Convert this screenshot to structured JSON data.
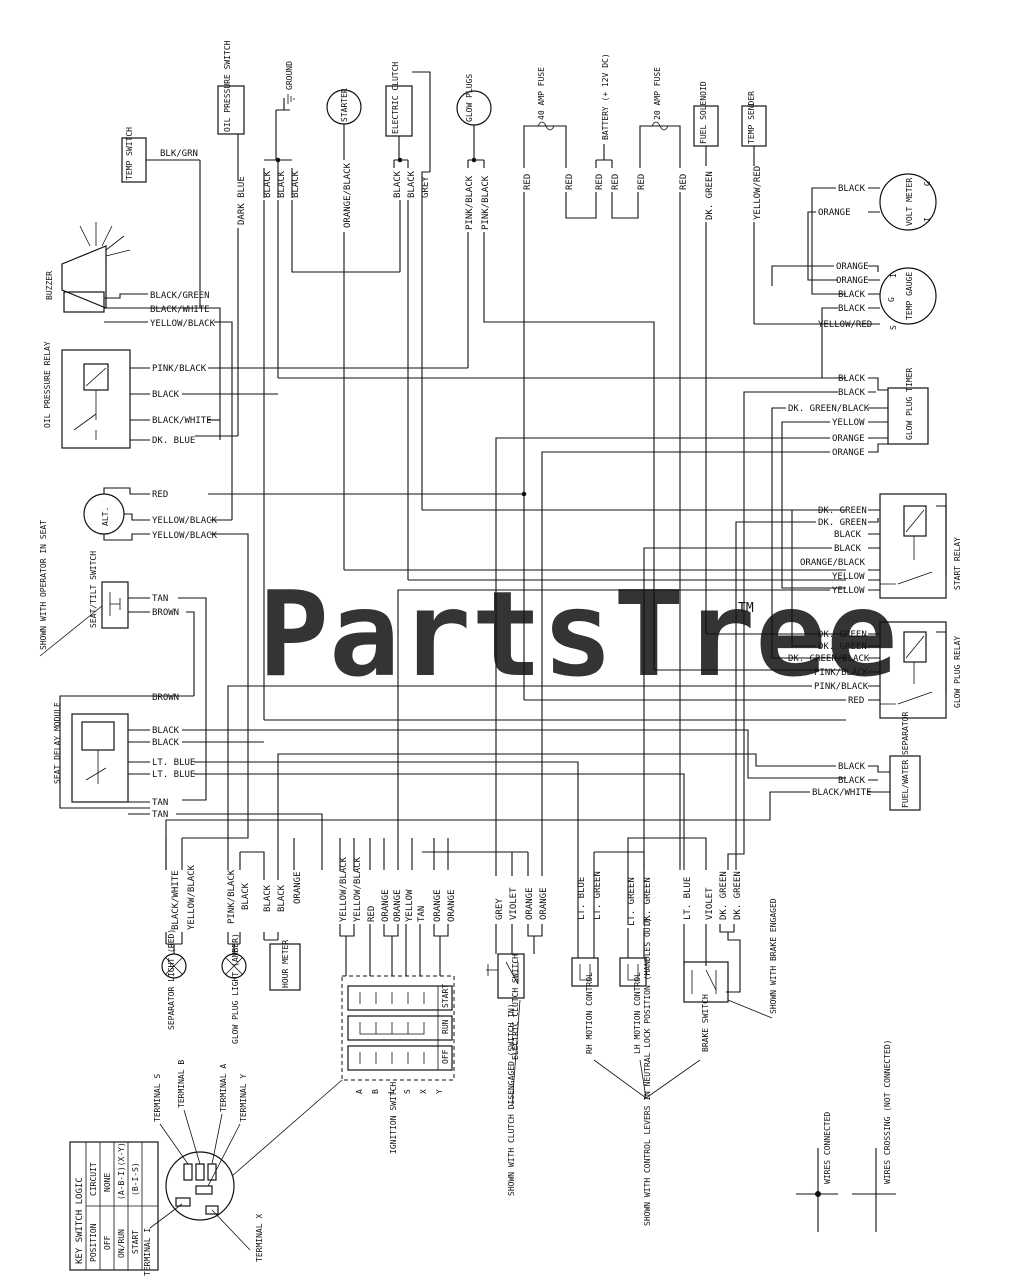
{
  "watermark": {
    "text": "PartsTree",
    "tm": "TM"
  },
  "components": {
    "temp_switch": "TEMP SWITCH",
    "oil_pressure_switch": "OIL PRESSURE SWITCH",
    "ground": "GROUND",
    "starter": "STARTER",
    "electric_clutch": "ELECTRIC CLUTCH",
    "glow_plugs": "GLOW PLUGS",
    "fuse_40": "40 AMP FUSE",
    "battery": "BATTERY (+ 12V DC)",
    "fuse_20": "20 AMP FUSE",
    "fuel_solenoid": "FUEL SOLENOID",
    "temp_sender": "TEMP SENDER",
    "buzzer": "BUZZER",
    "oil_pressure_relay": "OIL PRESSURE RELAY",
    "alt": "ALT.",
    "shown_operator": "SHOWN WITH OPERATOR IN SEAT",
    "seat_tilt_switch": "SEAT/TILT SWITCH",
    "seat_delay_module": "SEAT DELAY MODULE",
    "volt_meter": "VOLT METER",
    "temp_gauge": "TEMP GAUGE",
    "glow_plug_timer": "GLOW PLUG TIMER",
    "start_relay": "START RELAY",
    "glow_plug_relay": "GLOW PLUG RELAY",
    "fuel_water_separator": "FUEL/WATER SEPARATOR",
    "separator_light": "SEPARATOR LIGHT (RED)",
    "glow_plug_light": "GLOW PLUG LIGHT (AMBER)",
    "hour_meter": "HOUR METER",
    "ignition_switch": "IGNITION SWITCH",
    "electric_clutch_switch": "ELECTRIC CLUTCH SWITCH",
    "rh_motion_control": "RH MOTION CONTROL",
    "lh_motion_control": "LH MOTION CONTROL",
    "brake_switch": "BRAKE SWITCH",
    "shown_brake": "SHOWN WITH BRAKE ENGAGED",
    "shown_clutch": "SHOWN WITH CLUTCH DISENGAGED (SWITCH IN)",
    "shown_levers": "SHOWN WITH CONTROL LEVERS IN NEUTRAL LOCK POSITION (HANDLES OUT)",
    "wires_connected": "WIRES CONNECTED",
    "wires_crossing": "WIRES CROSSING (NOT CONNECTED)"
  },
  "wires": {
    "blk_grn": "BLK/GRN",
    "dark_blue": "DARK BLUE",
    "black": "BLACK",
    "orange_black": "ORANGE/BLACK",
    "grey": "GREY",
    "pink_black": "PINK/BLACK",
    "red": "RED",
    "dk_green": "DK. GREEN",
    "yellow_red": "YELLOW/RED",
    "black_green": "BLACK/GREEN",
    "black_white": "BLACK/WHITE",
    "yellow_black": "YELLOW/BLACK",
    "dk_blue": "DK. BLUE",
    "tan": "TAN",
    "brown": "BROWN",
    "lt_blue": "LT. BLUE",
    "orange": "ORANGE",
    "dk_green_black": "DK. GREEN/BLACK",
    "yellow": "YELLOW",
    "violet": "VIOLET",
    "lt_green": "LT. GREEN"
  },
  "meter_marks": {
    "g": "G",
    "i": "I",
    "s": "S"
  },
  "ignition": {
    "terminals": [
      "A",
      "B",
      "L",
      "S",
      "X",
      "Y"
    ],
    "positions": [
      "START",
      "RUN",
      "OFF"
    ]
  },
  "key_switch_logic": {
    "title": "KEY SWITCH LOGIC",
    "headers": [
      "POSITION",
      "CIRCUIT"
    ],
    "rows": [
      [
        "OFF",
        "NONE"
      ],
      [
        "ON/RUN",
        "(A-B-I)(X-Y)"
      ],
      [
        "START",
        "(B-I-S)"
      ]
    ],
    "terminals": [
      "TERMINAL S",
      "TERMINAL B",
      "TERMINAL A",
      "TERMINAL Y",
      "TERMINAL I",
      "TERMINAL X"
    ]
  }
}
